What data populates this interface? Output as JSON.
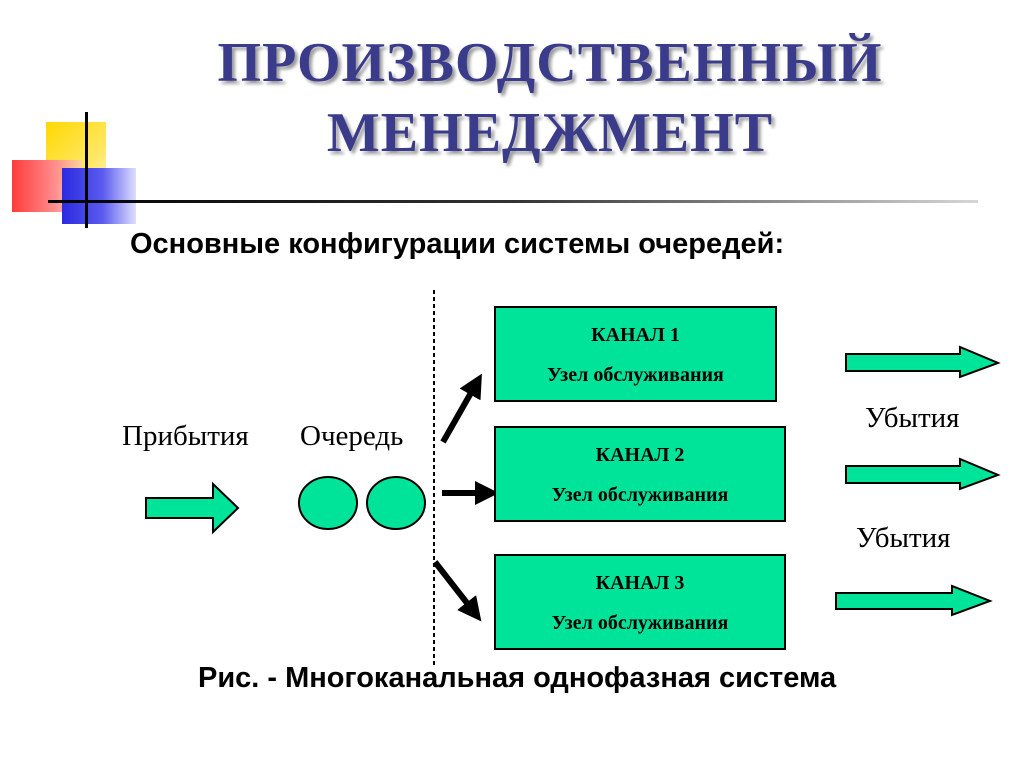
{
  "slide": {
    "title_line1": "ПРОИЗВОДСТВЕННЫЙ",
    "title_line2": "МЕНЕДЖМЕНТ",
    "subtitle": "Основные конфигурации системы очередей:",
    "caption": "Рис. - Многоканальная однофазная система"
  },
  "diagram": {
    "arrivals_label": "Прибытия",
    "queue_label": "Очередь",
    "departures_label_1": "Убытия",
    "departures_label_2": "Убытия",
    "channels": [
      {
        "name": "КАНАЛ  1",
        "desc": "Узел обслуживания"
      },
      {
        "name": "КАНАЛ  2",
        "desc": "Узел обслуживания"
      },
      {
        "name": "КАНАЛ  3",
        "desc": "Узел обслуживания"
      }
    ],
    "colors": {
      "fill": "#00e49a",
      "title": "#3b3b8c",
      "deco_yellow": "#ffd800",
      "deco_red": "#ff3b3b",
      "deco_blue": "#2a2ae0"
    }
  }
}
